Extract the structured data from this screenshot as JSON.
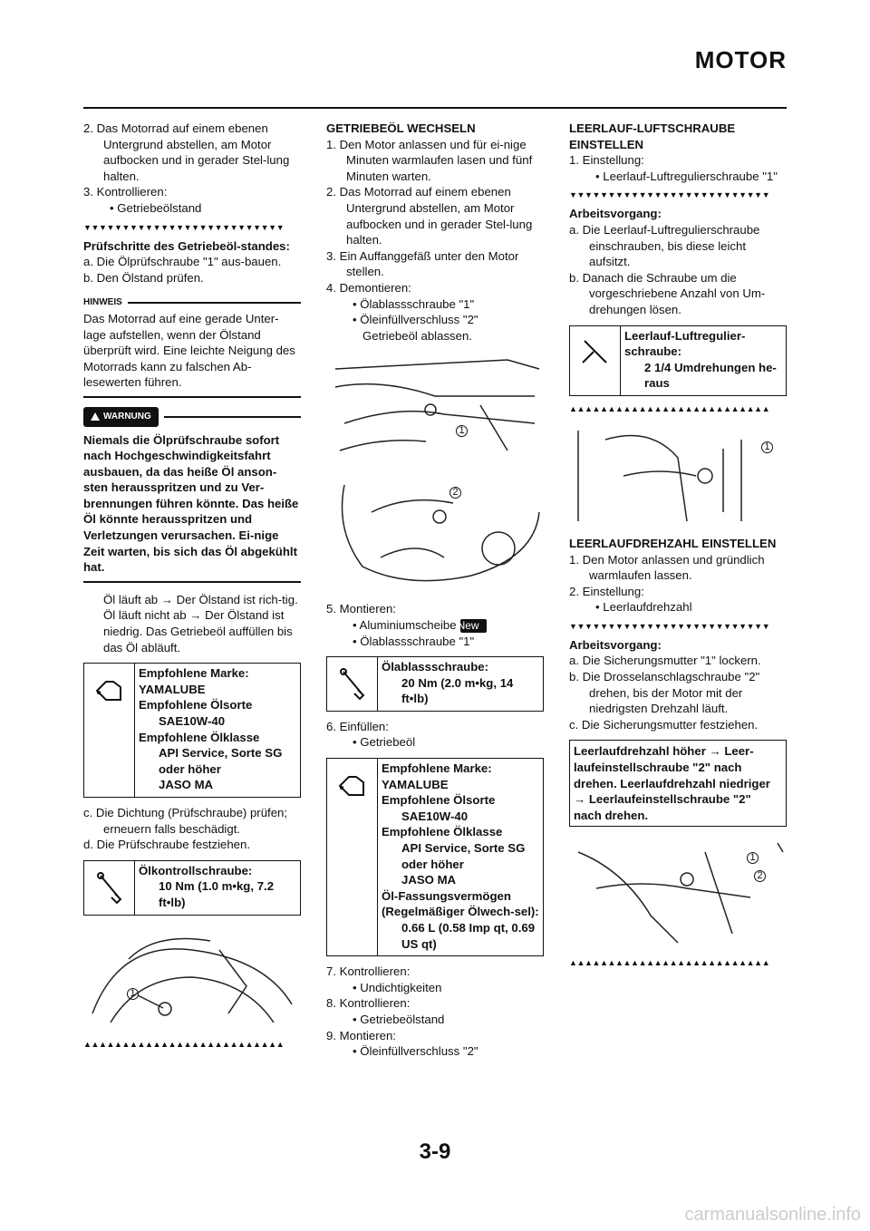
{
  "header": {
    "title": "MOTOR"
  },
  "page_number": "3-9",
  "watermark": "carmanualsonline.info",
  "col1": {
    "step2": "2. Das Motorrad auf einem ebenen Untergrund abstellen, am Motor aufbocken und in gerader Stel-lung halten.",
    "step3": "3. Kontrollieren:",
    "step3_bullet": "• Getriebeölstand",
    "tri": "▼▼▼▼▼▼▼▼▼▼▼▼▼▼▼▼▼▼▼▼▼▼▼▼▼▼",
    "sub_title": "Prüfschritte des Getriebeöl-standes:",
    "sub_a": "a. Die Ölprüfschraube \"1\" aus-bauen.",
    "sub_b": "b. Den Ölstand prüfen.",
    "note_label": "HINWEIS",
    "note_text": "Das Motorrad auf eine gerade Unter-lage aufstellen, wenn der Ölstand überprüft wird. Eine leichte Neigung des Motorrads kann zu falschen Ab-lesewerten führen.",
    "warn_label": "WARNUNG",
    "warn_text": "Niemals die Ölprüfschraube sofort nach Hochgeschwindigkeitsfahrt ausbauen, da das heiße Öl anson-sten herausspritzen und zu Ver-brennungen führen könnte. Das heiße Öl könnte herausspritzen und Verletzungen verursachen. Ei-nige Zeit warten, bis sich das Öl abgekühlt hat.",
    "oil_1": "Öl läuft ab → Der Ölstand ist rich-tig.",
    "oil_2": "Öl läuft nicht ab → Der Ölstand ist niedrig. Das Getriebeöl auffüllen bis das Öl abläuft.",
    "spec1": {
      "l1": "Empfohlene Marke:",
      "l2": "YAMALUBE",
      "l3": "Empfohlene Ölsorte",
      "l4": "SAE10W-40",
      "l5": "Empfohlene Ölklasse",
      "l6": "API Service, Sorte SG",
      "l7": "oder höher",
      "l8": "JASO MA"
    },
    "sub_c": "c. Die Dichtung (Prüfschraube) prüfen; erneuern falls beschädigt.",
    "sub_d": "d. Die Prüfschraube festziehen.",
    "spec2": {
      "l1": "Ölkontrollschraube:",
      "l2": "10 Nm (1.0 m•kg, 7.2 ft•lb)"
    },
    "fig_label1": "1",
    "tri_up": "▲▲▲▲▲▲▲▲▲▲▲▲▲▲▲▲▲▲▲▲▲▲▲▲▲▲"
  },
  "col2": {
    "title": "GETRIEBEÖL WECHSELN",
    "s1": "1. Den Motor anlassen und für ei-nige Minuten warmlaufen lasen und fünf Minuten warten.",
    "s2": "2. Das Motorrad auf einem ebenen Untergrund abstellen, am Motor aufbocken und in gerader Stel-lung halten.",
    "s3": "3. Ein Auffanggefäß unter den Motor stellen.",
    "s4": "4. Demontieren:",
    "s4_b1": "• Ölablassschraube \"1\"",
    "s4_b2": "• Öleinfüllverschluss \"2\"",
    "s4_b3": "Getriebeöl ablassen.",
    "fig1_label": "1",
    "fig2_label": "2",
    "s5": "5. Montieren:",
    "s5_b1": "• Aluminiumscheibe",
    "new_badge": "New",
    "s5_b2": "• Ölablassschraube \"1\"",
    "spec3": {
      "l1": "Ölablassschraube:",
      "l2": "20 Nm (2.0 m•kg, 14 ft•lb)"
    },
    "s6": "6. Einfüllen:",
    "s6_b1": "• Getriebeöl",
    "spec4": {
      "l1": "Empfohlene Marke:",
      "l2": "YAMALUBE",
      "l3": "Empfohlene Ölsorte",
      "l4": "SAE10W-40",
      "l5": "Empfohlene Ölklasse",
      "l6": "API Service, Sorte SG",
      "l7": "oder höher",
      "l8": "JASO MA",
      "l9": "Öl-Fassungsvermögen",
      "l10": "(Regelmäßiger Ölwech-sel):",
      "l11": "0.66 L (0.58 Imp qt, 0.69 US qt)"
    },
    "s7": "7. Kontrollieren:",
    "s7_b1": "• Undichtigkeiten",
    "s8": "8. Kontrollieren:",
    "s8_b1": "• Getriebeölstand",
    "s9": "9. Montieren:",
    "s9_b1": "• Öleinfüllverschluss \"2\""
  },
  "col3": {
    "title1": "LEERLAUF-LUFTSCHRAUBE EINSTELLEN",
    "s1": "1. Einstellung:",
    "s1_b1": "• Leerlauf-Luftregulierschraube \"1\"",
    "tri": "▼▼▼▼▼▼▼▼▼▼▼▼▼▼▼▼▼▼▼▼▼▼▼▼▼▼",
    "proc1": "Arbeitsvorgang:",
    "proc1_a": "a. Die Leerlauf-Luftregulierschraube einschrauben, bis diese leicht aufsitzt.",
    "proc1_b": "b. Danach die Schraube um die vorgeschriebene Anzahl von Um-drehungen lösen.",
    "spec5": {
      "l1": "Leerlauf-Luftregulier-schraube:",
      "l2": "2 1/4 Umdrehungen he-raus"
    },
    "tri_up": "▲▲▲▲▲▲▲▲▲▲▲▲▲▲▲▲▲▲▲▲▲▲▲▲▲▲",
    "fig1_label": "1",
    "title2": "LEERLAUFDREHZAHL EINSTELLEN",
    "s2_1": "1. Den Motor anlassen und gründlich warmlaufen lassen.",
    "s2_2": "2. Einstellung:",
    "s2_2_b1": "• Leerlaufdrehzahl",
    "proc2": "Arbeitsvorgang:",
    "proc2_a": "a. Die Sicherungsmutter \"1\" lockern.",
    "proc2_b": "b. Die Drosselanschlagschraube \"2\" drehen, bis der Motor mit der niedrigsten Drehzahl läuft.",
    "proc2_c": "c. Die Sicherungsmutter festziehen.",
    "box": "Leerlaufdrehzahl höher → Leer-laufeinstellschraube \"2\" nach drehen. Leerlaufdrehzahl niedriger → Leerlaufeinstellschraube \"2\" nach drehen.",
    "fig2_label1": "1",
    "fig2_label2": "2"
  },
  "icons": {
    "thermometer": "oil-can-icon",
    "wrench": "torque-wrench-icon",
    "screwdriver": "screwdriver-icon"
  }
}
